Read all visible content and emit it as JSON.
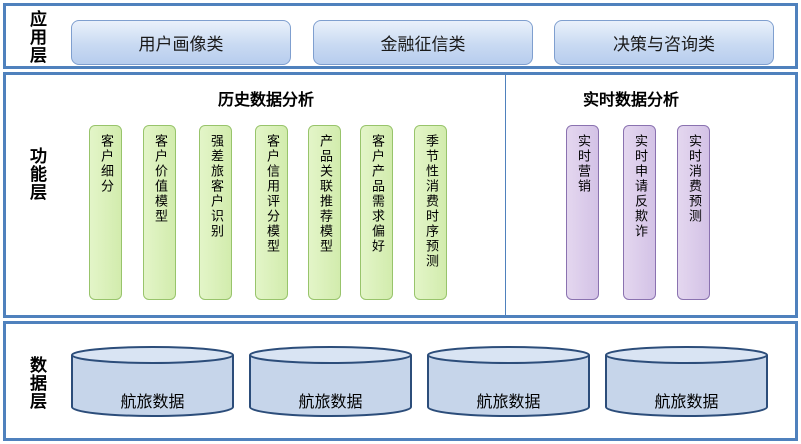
{
  "application_layer": {
    "label": "应用层",
    "buttons": [
      "用户画像类",
      "金融征信类",
      "决策与咨询类"
    ]
  },
  "function_layer": {
    "label": "功能层",
    "historical": {
      "title": "历史数据分析",
      "items": [
        "客户细分",
        "客户价值模型",
        "强差旅客户识别",
        "客户信用评分模型",
        "产品关联推荐模型",
        "客户产品需求偏好",
        "季节性消费时序预测"
      ]
    },
    "realtime": {
      "title": "实时数据分析",
      "items": [
        "实时营销",
        "实时申请反欺诈",
        "实时消费预测"
      ]
    }
  },
  "data_layer": {
    "label": "数据层",
    "stores": [
      "航旅数据",
      "航旅数据",
      "航旅数据",
      "航旅数据"
    ]
  },
  "colors": {
    "border": "#4f81bd",
    "green_pill": "#d8efb6",
    "purple_pill": "#dacbea",
    "app_button": "#c9daf2",
    "cylinder": "#c6d5ea"
  }
}
